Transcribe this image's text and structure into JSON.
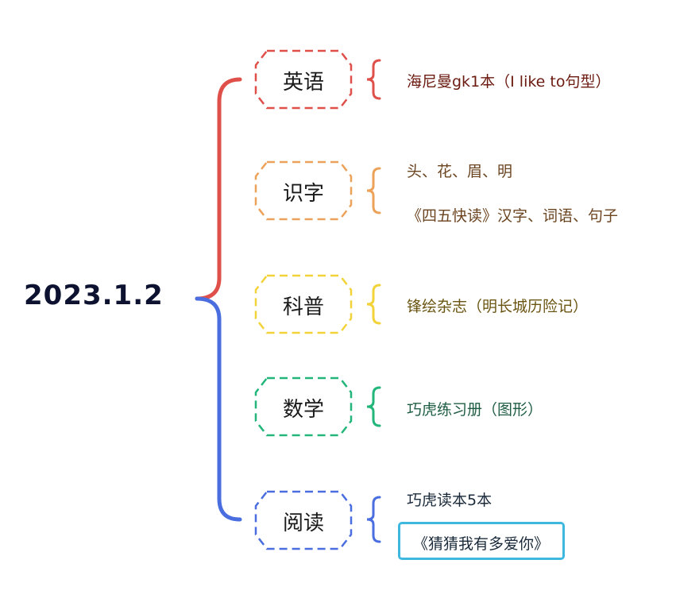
{
  "root": {
    "title": "2023.1.2"
  },
  "branches": [
    {
      "label": "英语",
      "color": "#e0504a",
      "text_color": "#6b1a10",
      "items": [
        "海尼曼gk1本（I like to句型）"
      ]
    },
    {
      "label": "识字",
      "color": "#eda25a",
      "text_color": "#6b4420",
      "items": [
        "头、花、眉、明",
        "《四五快读》汉字、词语、句子"
      ]
    },
    {
      "label": "科普",
      "color": "#f2d33a",
      "text_color": "#6b5512",
      "items": [
        "锋绘杂志（明长城历险记）"
      ]
    },
    {
      "label": "数学",
      "color": "#22b67a",
      "text_color": "#1f5e45",
      "items": [
        "巧虎练习册（图形）"
      ]
    },
    {
      "label": "阅读",
      "color": "#4a6ee0",
      "text_color": "#1a2a3a",
      "items": [
        "巧虎读本5本",
        "《猜猜我有多爱你》"
      ]
    }
  ],
  "colors": {
    "trunk_top": "#e0504a",
    "trunk_bottom": "#4a6ee0",
    "highlight_border": "#3fb8e0"
  }
}
